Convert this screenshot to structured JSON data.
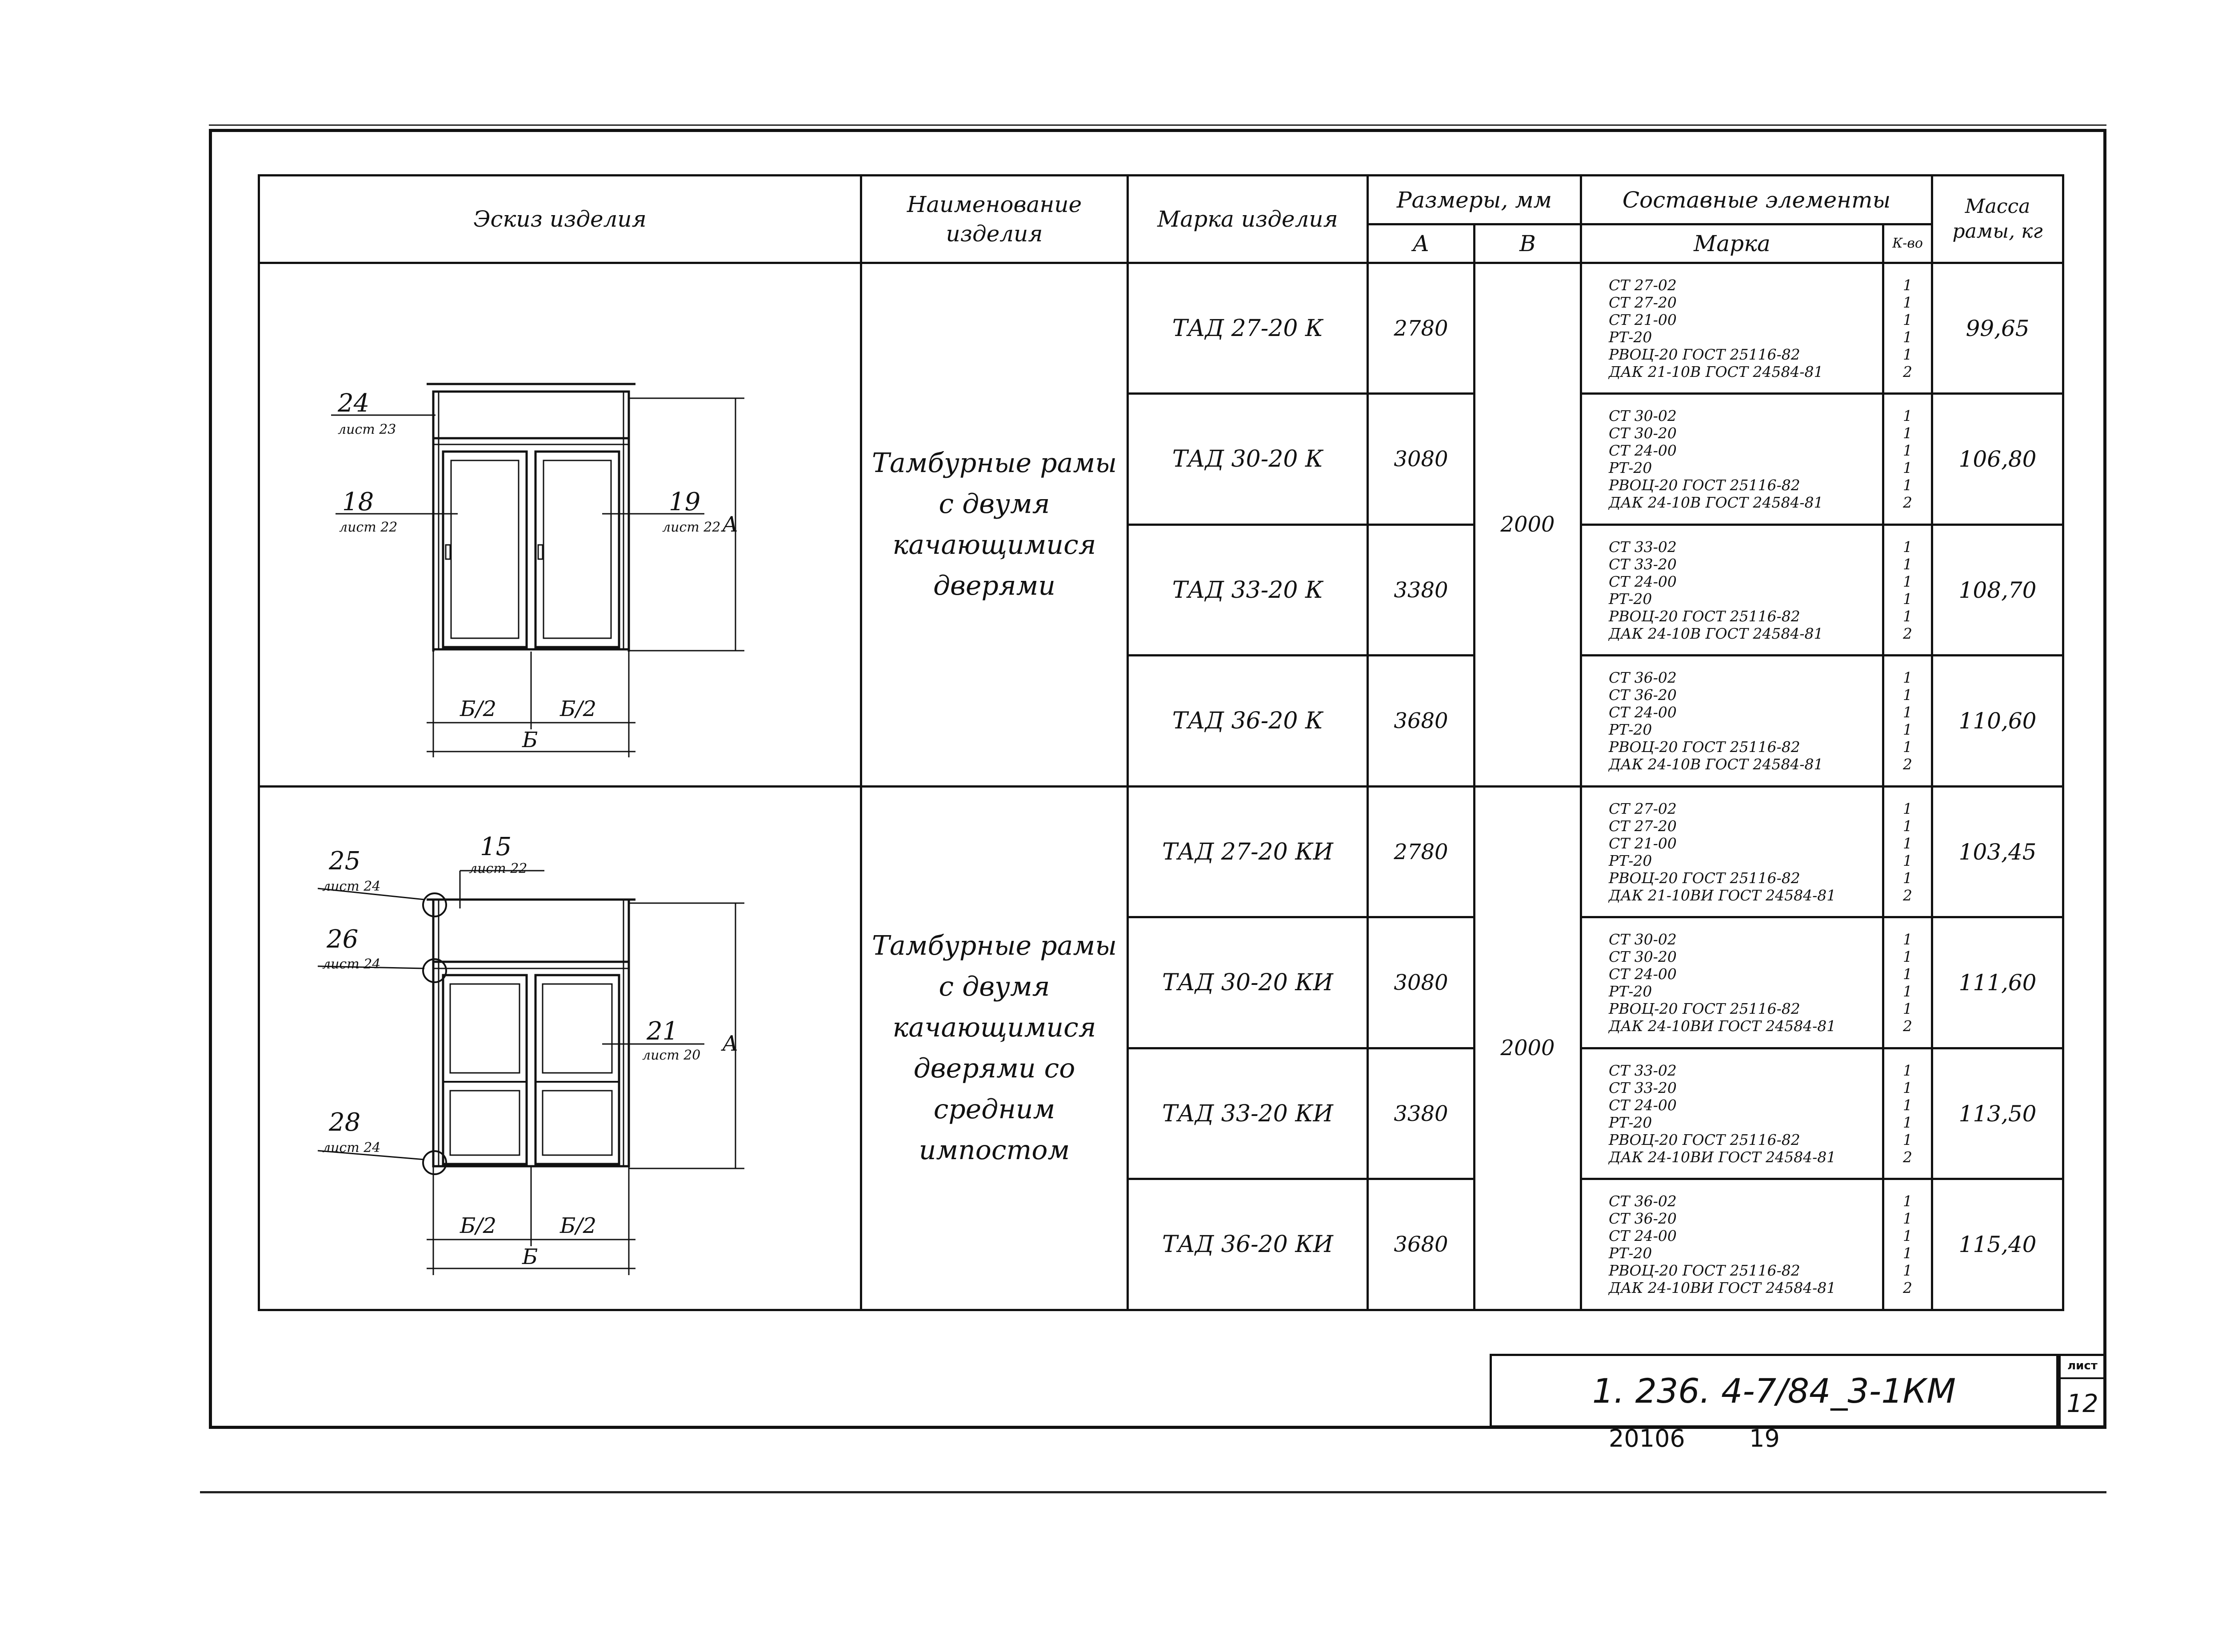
{
  "header": {
    "sketch": "Эскиз изделия",
    "name": "Наименование изделия",
    "mark": "Марка изделия",
    "dims": "Размеры, мм",
    "dim_a": "А",
    "dim_b": "В",
    "components": "Составные элементы",
    "comp_mark": "Марка",
    "comp_qty": "К-во",
    "mass": "Масса рамы, кг"
  },
  "groups": [
    {
      "name": "Тамбурные рамы с двумя качающимися дверями",
      "b": "2000",
      "sketch_labels": {
        "l24": "24",
        "l24s": "лист 23",
        "l18": "18",
        "l18s": "лист 22",
        "l19": "19",
        "l19s": "лист 22",
        "dim_a": "А",
        "half1": "Б/2",
        "half2": "Б/2",
        "dim_b": "Б"
      },
      "rows": [
        {
          "mark": "ТАД 27-20 К",
          "a": "2780",
          "mass": "99,65",
          "components": [
            "СТ 27-02",
            "СТ 27-20",
            "СТ 21-00",
            "РТ-20",
            "РВОЦ-20 ГОСТ 25116-82",
            "ДАК 21-10В ГОСТ 24584-81"
          ],
          "qty": [
            "1",
            "1",
            "1",
            "1",
            "1",
            "2"
          ]
        },
        {
          "mark": "ТАД 30-20 К",
          "a": "3080",
          "mass": "106,80",
          "components": [
            "СТ 30-02",
            "СТ 30-20",
            "СТ 24-00",
            "РТ-20",
            "РВОЦ-20 ГОСТ 25116-82",
            "ДАК 24-10В ГОСТ 24584-81"
          ],
          "qty": [
            "1",
            "1",
            "1",
            "1",
            "1",
            "2"
          ]
        },
        {
          "mark": "ТАД 33-20 К",
          "a": "3380",
          "mass": "108,70",
          "components": [
            "СТ 33-02",
            "СТ 33-20",
            "СТ 24-00",
            "РТ-20",
            "РВОЦ-20 ГОСТ 25116-82",
            "ДАК 24-10В ГОСТ 24584-81"
          ],
          "qty": [
            "1",
            "1",
            "1",
            "1",
            "1",
            "2"
          ]
        },
        {
          "mark": "ТАД 36-20 К",
          "a": "3680",
          "mass": "110,60",
          "components": [
            "СТ 36-02",
            "СТ 36-20",
            "СТ 24-00",
            "РТ-20",
            "РВОЦ-20 ГОСТ 25116-82",
            "ДАК 24-10В ГОСТ 24584-81"
          ],
          "qty": [
            "1",
            "1",
            "1",
            "1",
            "1",
            "2"
          ]
        }
      ]
    },
    {
      "name": "Тамбурные рамы с двумя качающимися дверями со средним импостом",
      "b": "2000",
      "sketch_labels": {
        "l25": "25",
        "l25s": "лист 24",
        "l15": "15",
        "l15s": "лист 22",
        "l26": "26",
        "l26s": "лист 24",
        "l21": "21",
        "l21s": "лист 20",
        "l28": "28",
        "l28s": "лист 24",
        "dim_a": "А",
        "half1": "Б/2",
        "half2": "Б/2",
        "dim_b": "Б"
      },
      "rows": [
        {
          "mark": "ТАД 27-20 КИ",
          "a": "2780",
          "mass": "103,45",
          "components": [
            "СТ 27-02",
            "СТ 27-20",
            "СТ 21-00",
            "РТ-20",
            "РВОЦ-20 ГОСТ 25116-82",
            "ДАК 21-10ВИ ГОСТ 24584-81"
          ],
          "qty": [
            "1",
            "1",
            "1",
            "1",
            "1",
            "2"
          ]
        },
        {
          "mark": "ТАД 30-20 КИ",
          "a": "3080",
          "mass": "111,60",
          "components": [
            "СТ 30-02",
            "СТ 30-20",
            "СТ 24-00",
            "РТ-20",
            "РВОЦ-20 ГОСТ 25116-82",
            "ДАК 24-10ВИ ГОСТ 24584-81"
          ],
          "qty": [
            "1",
            "1",
            "1",
            "1",
            "1",
            "2"
          ]
        },
        {
          "mark": "ТАД 33-20 КИ",
          "a": "3380",
          "mass": "113,50",
          "components": [
            "СТ 33-02",
            "СТ 33-20",
            "СТ 24-00",
            "РТ-20",
            "РВОЦ-20 ГОСТ 25116-82",
            "ДАК 24-10ВИ ГОСТ 24584-81"
          ],
          "qty": [
            "1",
            "1",
            "1",
            "1",
            "1",
            "2"
          ]
        },
        {
          "mark": "ТАД 36-20 КИ",
          "a": "3680",
          "mass": "115,40",
          "components": [
            "СТ 36-02",
            "СТ 36-20",
            "СТ 24-00",
            "РТ-20",
            "РВОЦ-20 ГОСТ 25116-82",
            "ДАК 24-10ВИ ГОСТ 24584-81"
          ],
          "qty": [
            "1",
            "1",
            "1",
            "1",
            "1",
            "2"
          ]
        }
      ]
    }
  ],
  "stamp": {
    "code": "1. 236. 4-7/84_3-1КМ",
    "sheet_label": "лист",
    "sheet_no": "12"
  },
  "archive": {
    "number": "20106",
    "page": "19"
  }
}
